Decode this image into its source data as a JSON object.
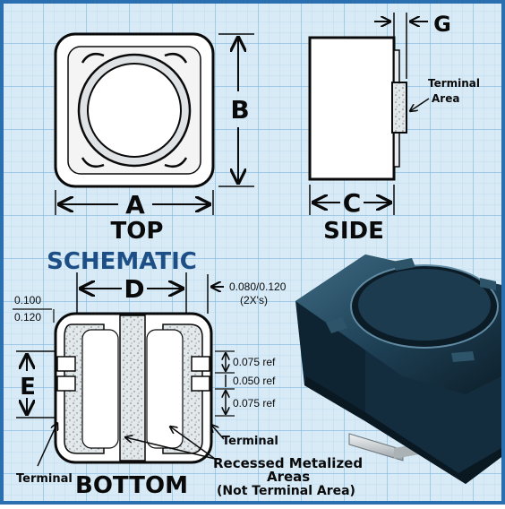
{
  "colors": {
    "grid_background": "#d7eaf6",
    "grid_minor": "#b9d8ef",
    "grid_major": "#7fb6de",
    "border": "#2a6fb0",
    "ink": "#0a0a0a",
    "schematic_title": "#1d4f86",
    "component_body": "#173246",
    "component_highlight": "#3f6b84",
    "terminal_metal": "#c9cfd4"
  },
  "top_view": {
    "dim_a": "A",
    "dim_b": "B",
    "label": "TOP"
  },
  "side_view": {
    "dim_c": "C",
    "dim_g": "G",
    "terminal_label_line1": "Terminal",
    "terminal_label_line2": "Area",
    "label": "SIDE"
  },
  "bottom_view": {
    "schematic_title": "SCHEMATIC",
    "dim_d": "D",
    "dim_e": "E",
    "pitch_label": "0.080/0.120",
    "pitch_sub_label": "(2X's)",
    "edge_top": "0.100",
    "edge_bottom": "0.120",
    "ref_1": "0.075 ref",
    "ref_2": "0.050 ref",
    "ref_3": "0.075 ref",
    "terminal_right_label": "Terminal",
    "terminal_left_label": "Terminal",
    "recessed_line1": "Recessed Metalized",
    "recessed_line2": "Areas",
    "recessed_line3": "(Not Terminal Area)",
    "label": "BOTTOM"
  },
  "icons": {
    "component_photo": "shielded-smd-inductor-icon"
  }
}
